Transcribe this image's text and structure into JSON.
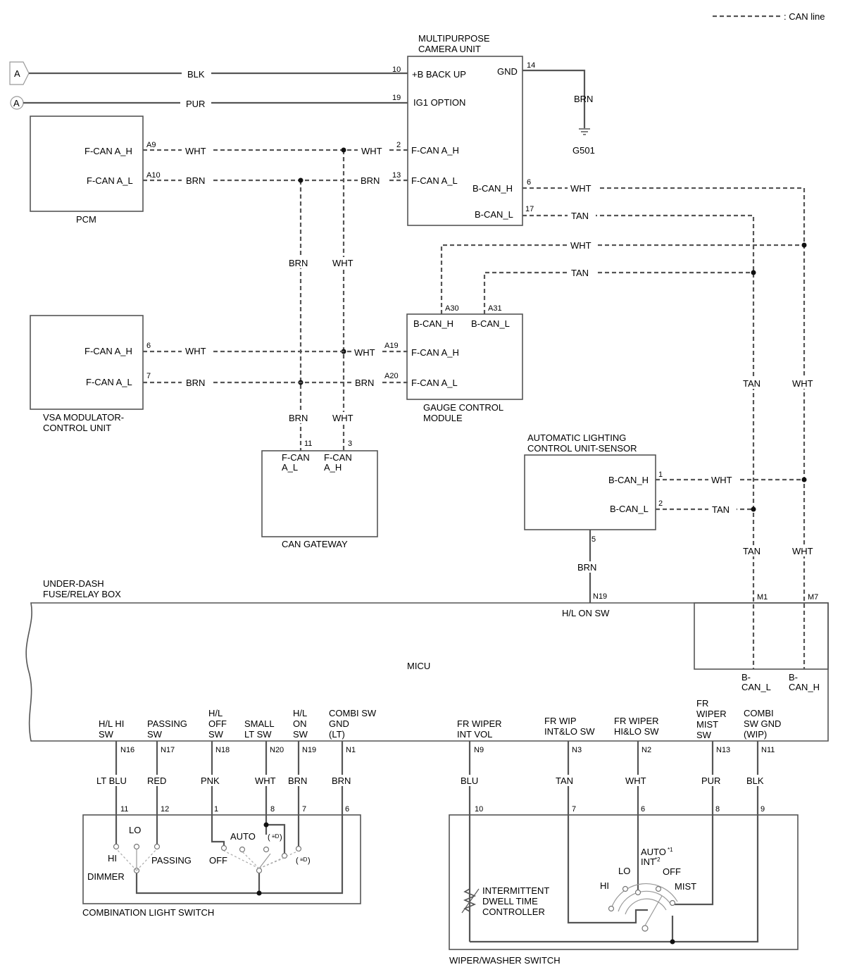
{
  "legend": {
    "label": ": CAN line"
  },
  "camera": {
    "title1": "MULTIPURPOSE",
    "title2": "CAMERA UNIT",
    "p10": "10",
    "bb": "+B BACK UP",
    "gnd": "GND",
    "p14": "14",
    "p19": "19",
    "ig1": "IG1 OPTION",
    "p2": "2",
    "fh": "F-CAN A_H",
    "p13": "13",
    "fl": "F-CAN A_L",
    "bh": "B-CAN_H",
    "p6": "6",
    "bl": "B-CAN_L",
    "p17": "17"
  },
  "ground": {
    "wire": "BRN",
    "label": "G501"
  },
  "conn_a": {
    "label": "A"
  },
  "wires": {
    "blk": "BLK",
    "pur": "PUR",
    "wht": "WHT",
    "brn": "BRN",
    "tan": "TAN"
  },
  "pcm": {
    "fh": "F-CAN A_H",
    "fl": "F-CAN A_L",
    "pa9": "A9",
    "pa10": "A10",
    "name": "PCM"
  },
  "vsa": {
    "fh": "F-CAN A_H",
    "fl": "F-CAN A_L",
    "p6": "6",
    "p7": "7",
    "name1": "VSA MODULATOR-",
    "name2": "CONTROL UNIT"
  },
  "gauge": {
    "pa30": "A30",
    "pa31": "A31",
    "bh": "B-CAN_H",
    "bl": "B-CAN_L",
    "pa19": "A19",
    "fh": "F-CAN A_H",
    "pa20": "A20",
    "fl": "F-CAN A_L",
    "name1": "GAUGE CONTROL",
    "name2": "MODULE"
  },
  "gateway": {
    "p11": "11",
    "p3": "3",
    "l1": "F-CAN",
    "l2": "A_L",
    "h1": "F-CAN",
    "h2": "A_H",
    "name": "CAN GATEWAY"
  },
  "als": {
    "t1": "AUTOMATIC LIGHTING",
    "t2": "CONTROL UNIT-SENSOR",
    "bh": "B-CAN_H",
    "p1": "1",
    "bl": "B-CAN_L",
    "p2": "2",
    "p5": "5"
  },
  "fusebox": {
    "t1": "UNDER-DASH",
    "t2": "FUSE/RELAY BOX",
    "n19": "N19",
    "hl_on": "H/L ON SW",
    "m1": "M1",
    "m7": "M7",
    "micu": "MICU",
    "bcl1": "B-",
    "bcl2": "CAN_L",
    "bch1": "B-",
    "bch2": "CAN_H"
  },
  "micu_pins": [
    {
      "label": [
        "H/L HI",
        "SW"
      ],
      "pin": "N16",
      "wire": "LT BLU",
      "term": "11"
    },
    {
      "label": [
        "PASSING",
        "SW"
      ],
      "pin": "N17",
      "wire": "RED",
      "term": "12"
    },
    {
      "label": [
        "H/L",
        "OFF",
        "SW"
      ],
      "pin": "N18",
      "wire": "PNK",
      "term": "1"
    },
    {
      "label": [
        "SMALL",
        "LT SW"
      ],
      "pin": "N20",
      "wire": "WHT",
      "term": "8"
    },
    {
      "label": [
        "H/L",
        "ON",
        "SW"
      ],
      "pin": "N19",
      "wire": "BRN",
      "term": "7"
    },
    {
      "label": [
        "COMBI SW",
        "GND",
        "(LT)"
      ],
      "pin": "N1",
      "wire": "BRN",
      "term": "6"
    },
    {
      "label": [
        "FR WIPER",
        "INT VOL"
      ],
      "pin": "N9",
      "wire": "BLU",
      "term": "10"
    },
    {
      "label": [
        "FR WIP",
        "INT&LO SW"
      ],
      "pin": "N3",
      "wire": "TAN",
      "term": "7"
    },
    {
      "label": [
        "FR WIPER",
        "HI&LO SW"
      ],
      "pin": "N2",
      "wire": "WHT",
      "term": "6"
    },
    {
      "label": [
        "FR",
        "WIPER",
        "MIST",
        "SW"
      ],
      "pin": "N13",
      "wire": "PUR",
      "term": "8"
    },
    {
      "label": [
        "COMBI",
        "SW GND",
        "(WIP)"
      ],
      "pin": "N11",
      "wire": "BLK",
      "term": "9"
    }
  ],
  "light_sw": {
    "lo": "LO",
    "hi": "HI",
    "dimmer": "DIMMER",
    "passing": "PASSING",
    "auto": "AUTO",
    "off": "OFF",
    "name": "COMBINATION LIGHT SWITCH"
  },
  "wiper_sw": {
    "int1": "INTERMITTENT",
    "int2": "DWELL TIME",
    "int3": "CONTROLLER",
    "auto": "AUTO",
    "auto_sup": "*1",
    "int": "INT",
    "int_sup": "*2",
    "lo": "LO",
    "off": "OFF",
    "hi": "HI",
    "mist": "MIST",
    "name": "WIPER/WASHER SWITCH"
  }
}
